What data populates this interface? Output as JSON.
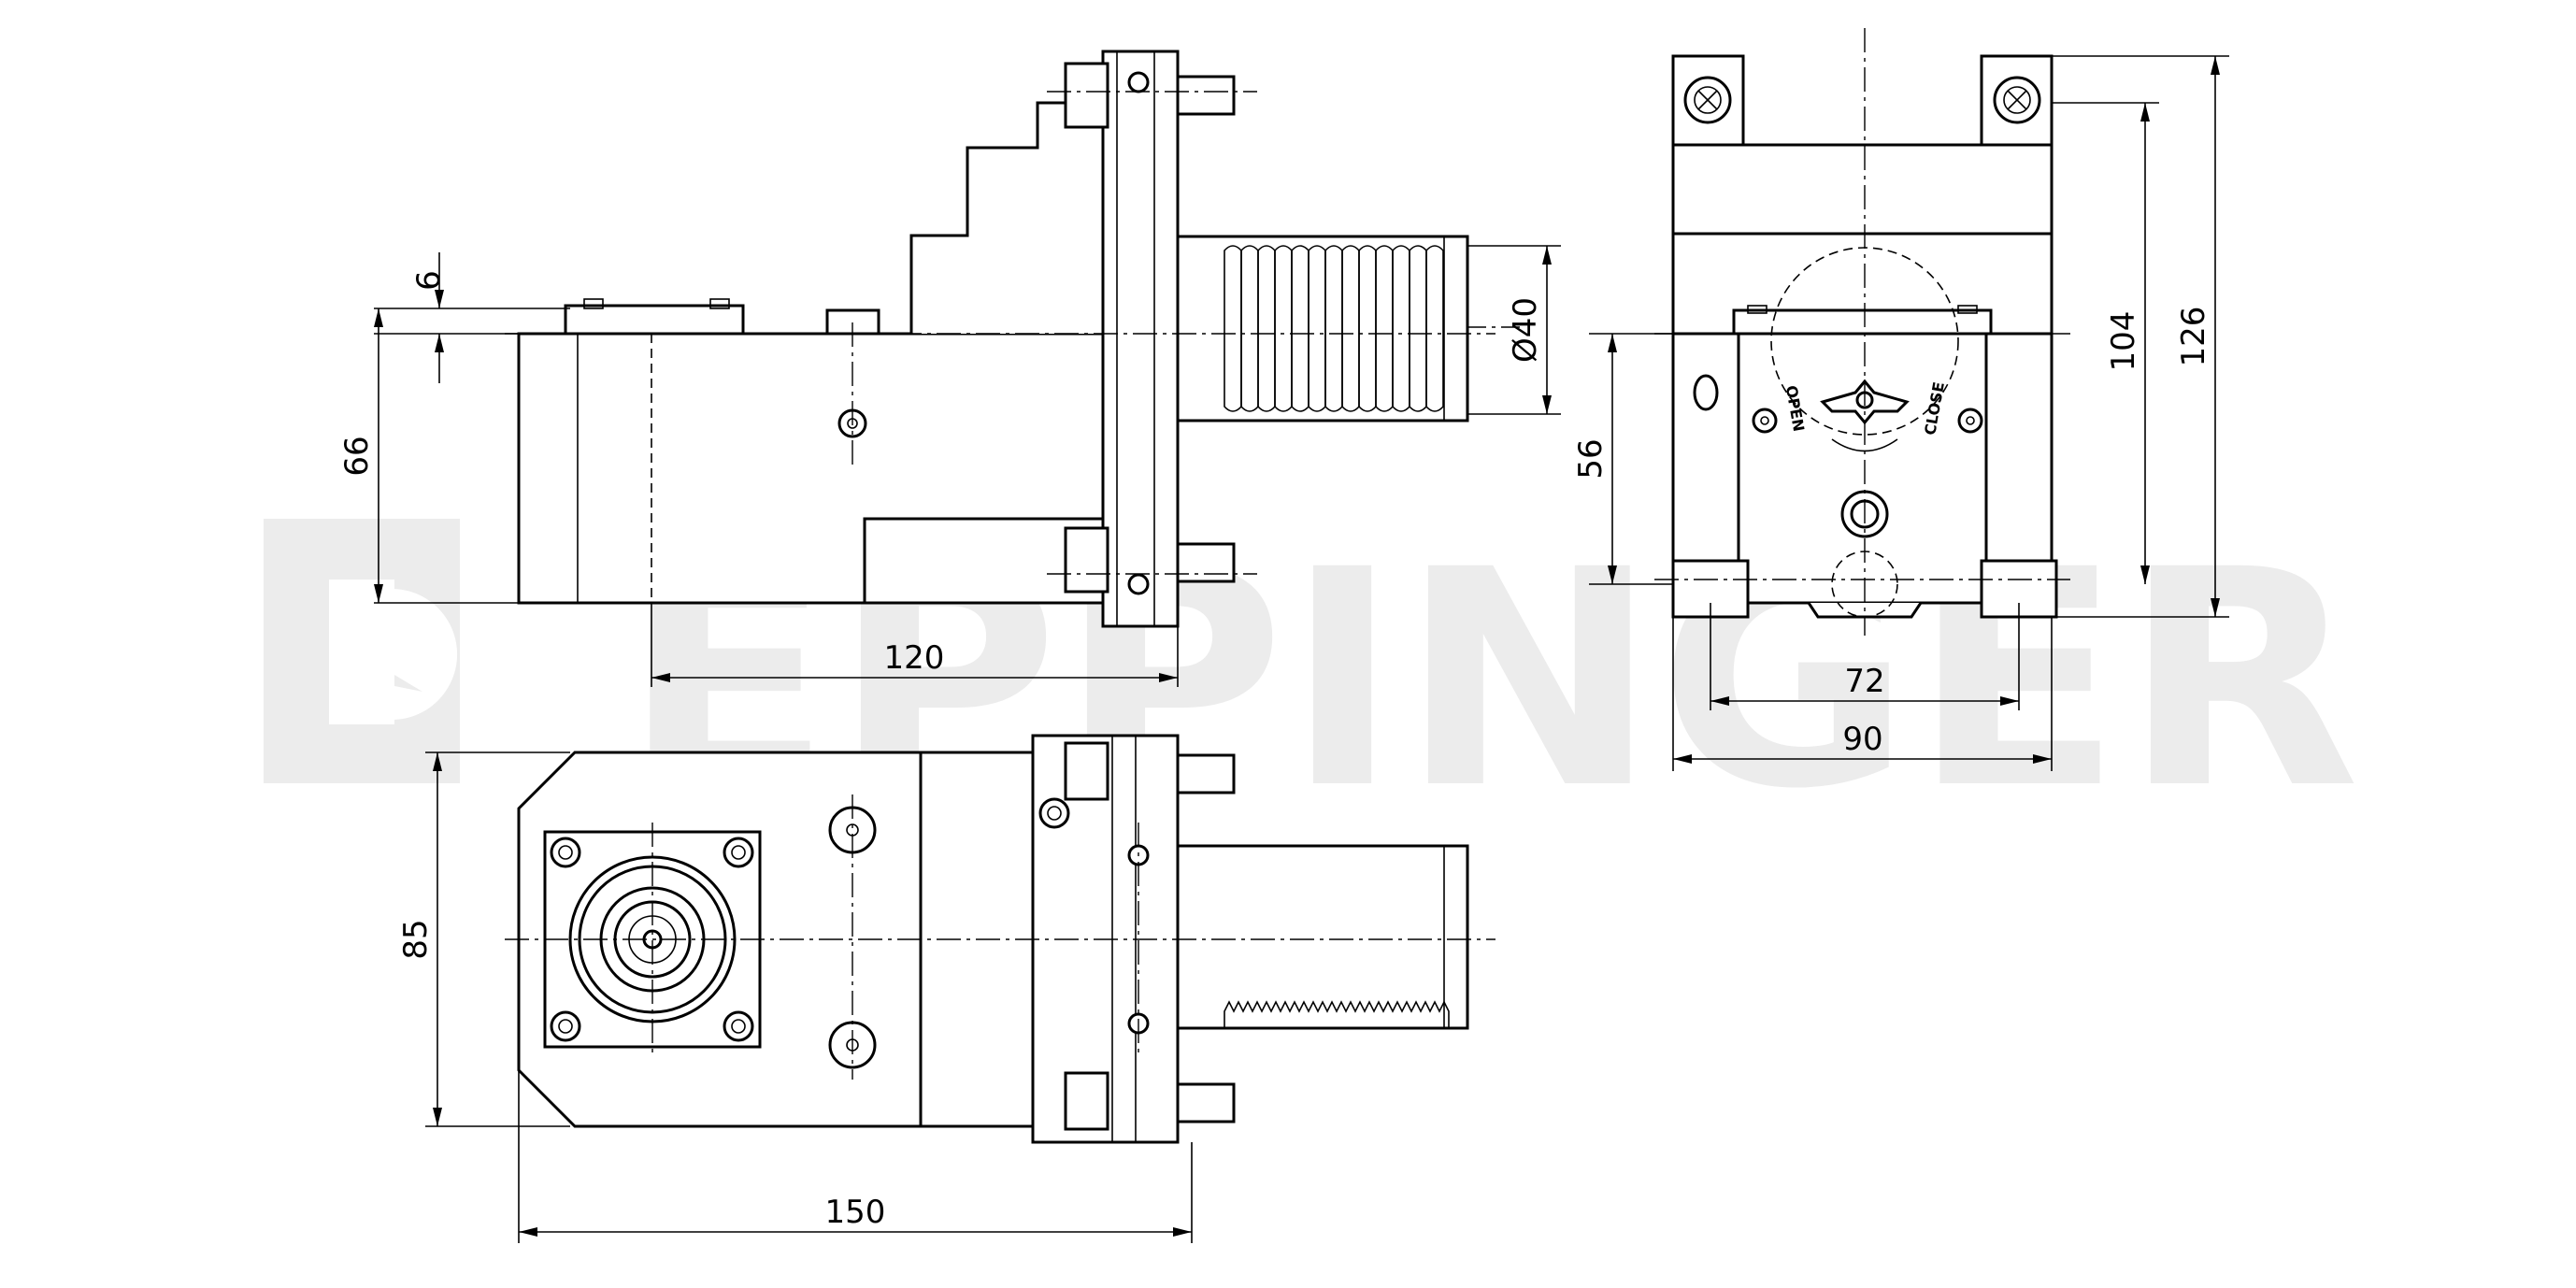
{
  "watermark": {
    "text": "EPPINGER",
    "color": "#ececec"
  },
  "dimensions": {
    "side_view": {
      "height_top_offset": "6",
      "height": "66",
      "length": "120",
      "shank_diameter": "Ø40"
    },
    "end_view": {
      "center_height": "56",
      "height_104": "104",
      "height_126": "126",
      "width_72": "72",
      "width_90": "90"
    },
    "top_view": {
      "width": "85",
      "length": "150"
    }
  },
  "labels": {
    "open": "OPEN",
    "close": "CLOSE"
  },
  "colors": {
    "line": "#000000",
    "background": "#ffffff"
  }
}
